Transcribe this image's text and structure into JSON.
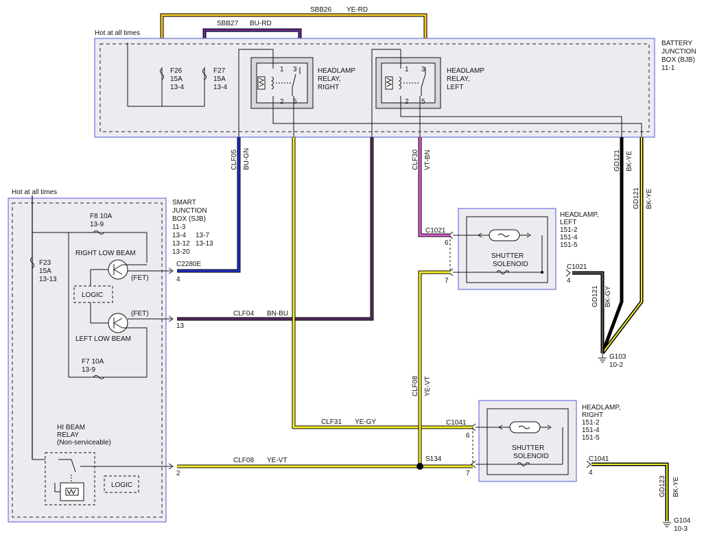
{
  "colors": {
    "yellow": "#f3ef2a",
    "blue": "#2030c8",
    "violet": "#e05cd6",
    "brown": "#7a2b2b",
    "black": "#000000",
    "orange": "#f0a020",
    "red": "#e02020",
    "box_fill": "#ececf0",
    "border": "#6f72e0"
  },
  "top": {
    "sbb26_code": "SBB26",
    "sbb26_color": "YE-RD",
    "sbb27_code": "SBB27",
    "sbb27_color": "BU-RD",
    "hot_bjb": "Hot at all times",
    "hot_sjb": "Hot at all times"
  },
  "bjb": {
    "title": [
      "BATTERY",
      "JUNCTION",
      "BOX (BJB)",
      "11-1"
    ],
    "f26": [
      "F26",
      "15A",
      "13-4"
    ],
    "f27": [
      "F27",
      "15A",
      "13-4"
    ],
    "relay_right": [
      "HEADLAMP",
      "RELAY,",
      "RIGHT"
    ],
    "relay_left": [
      "HEADLAMP",
      "RELAY,",
      "LEFT"
    ],
    "pins": {
      "p1": "1",
      "p2": "2",
      "p3": "3",
      "p5": "5"
    }
  },
  "sjb": {
    "title": [
      "SMART",
      "JUNCTION",
      "BOX (SJB)",
      "11-3",
      "13-4",
      "13-12",
      "13-20"
    ],
    "title_col2": [
      "13-7",
      "13-13"
    ],
    "f8": [
      "F8   10A",
      "13-9"
    ],
    "f7": [
      "F7   10A",
      "13-9"
    ],
    "f23": [
      "F23",
      "15A",
      "13-13"
    ],
    "right_low_beam": "RIGHT LOW BEAM",
    "left_low_beam": "LEFT LOW BEAM",
    "fet": "(FET)",
    "logic": "LOGIC",
    "hi_beam": [
      "HI BEAM",
      "RELAY",
      "(Non-serviceable)"
    ],
    "c2280e": "C2280E",
    "pin4": "4",
    "pin13": "13",
    "pin2": "2"
  },
  "wires": {
    "clf05": "CLF05",
    "bu_gn": "BU-GN",
    "clf30": "CLF30",
    "vt_bn": "VT-BN",
    "clf04": "CLF04",
    "bn_bu": "BN-BU",
    "clf31": "CLF31",
    "ye_gy": "YE-GY",
    "clf08": "CLF08",
    "ye_vt": "YE-VT",
    "gd121": "GD121",
    "bk_ye": "BK-YE",
    "bk_gy": "BK-GY",
    "gd123": "GD123",
    "s134": "S134"
  },
  "headlamp_left": {
    "title": [
      "HEADLAMP,",
      "LEFT",
      "151-2",
      "151-4",
      "151-5"
    ],
    "shutter": [
      "SHUTTER",
      "SOLENOID"
    ],
    "c1021_top": "C1021",
    "c1021_right": "C1021",
    "pin6": "6",
    "pin7": "7",
    "pin4": "4"
  },
  "headlamp_right": {
    "title": [
      "HEADLAMP,",
      "RIGHT",
      "151-2",
      "151-4",
      "151-5"
    ],
    "shutter": [
      "SHUTTER",
      "SOLENOID"
    ],
    "c1041_top": "C1041",
    "c1041_right": "C1041",
    "pin6": "6",
    "pin7": "7",
    "pin4": "4"
  },
  "grounds": {
    "g103": [
      "G103",
      "10-2"
    ],
    "g104": [
      "G104",
      "10-3"
    ]
  }
}
